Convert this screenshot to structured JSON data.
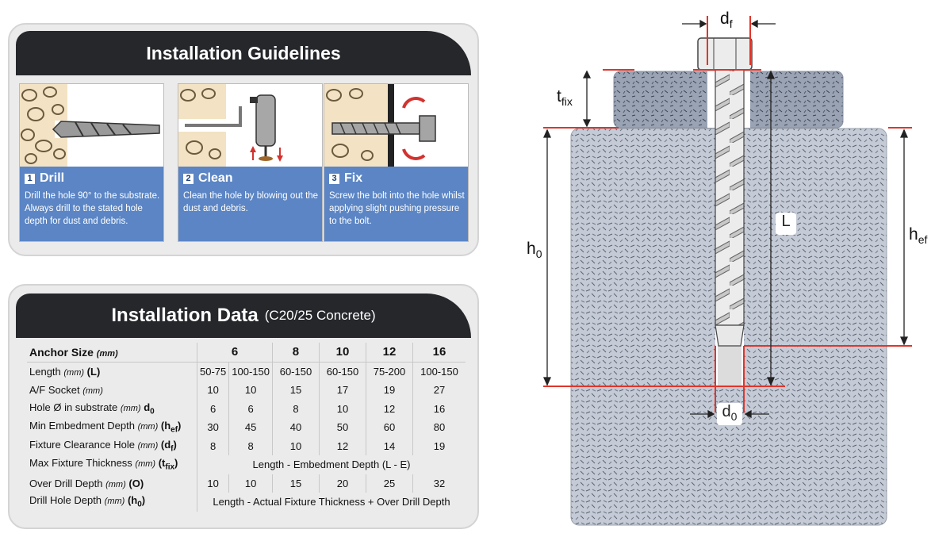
{
  "guidelines": {
    "title": "Installation Guidelines",
    "steps": [
      {
        "num": "1",
        "title": "Drill",
        "desc": "Drill the hole 90° to the substrate. Always drill to the stated hole depth for dust and debris."
      },
      {
        "num": "2",
        "title": "Clean",
        "desc": "Clean the hole by blowing out the dust and debris."
      },
      {
        "num": "3",
        "title": "Fix",
        "desc": "Screw the bolt into the hole whilst applying slight pushing pressure to the bolt."
      }
    ]
  },
  "install_data": {
    "title": "Installation Data",
    "subtitle": "(C20/25 Concrete)",
    "header": {
      "label": "Anchor Size",
      "unit": "(mm)",
      "sizes": [
        "6",
        "8",
        "10",
        "12",
        "16"
      ]
    },
    "rows": [
      {
        "label": "Length",
        "unit": "(mm)",
        "sym": "(L)",
        "values": [
          "50-75",
          "100-150",
          "60-150",
          "60-150",
          "75-200",
          "100-150"
        ]
      },
      {
        "label": "A/F Socket",
        "unit": "(mm)",
        "sym": "",
        "values": [
          "10",
          "10",
          "15",
          "17",
          "19",
          "27"
        ]
      },
      {
        "label": "Hole Ø in substrate",
        "unit": "(mm)",
        "sym": "d",
        "symsub": "0",
        "values": [
          "6",
          "6",
          "8",
          "10",
          "12",
          "16"
        ]
      },
      {
        "label": "Min Embedment Depth",
        "unit": "(mm)",
        "sym": "(h",
        "symsub": "ef",
        "symend": ")",
        "values": [
          "30",
          "45",
          "40",
          "50",
          "60",
          "80"
        ]
      },
      {
        "label": "Fixture Clearance Hole",
        "unit": "(mm)",
        "sym": "(d",
        "symsub": "f",
        "symend": ")",
        "values": [
          "8",
          "8",
          "10",
          "12",
          "14",
          "19"
        ]
      },
      {
        "label": "Max Fixture Thickness",
        "unit": "(mm)",
        "sym": "(t",
        "symsub": "fix",
        "symend": ")",
        "span": "Length - Embedment Depth  (L - E)"
      },
      {
        "label": "Over Drill Depth",
        "unit": "(mm)",
        "sym": "(O)",
        "values": [
          "10",
          "10",
          "15",
          "20",
          "25",
          "32"
        ]
      },
      {
        "label": "Drill Hole Depth",
        "unit": "(mm)",
        "sym": "(h",
        "symsub": "0",
        "symend": ")",
        "span": "Length -  Actual Fixture Thickness + Over Drill Depth"
      }
    ]
  },
  "diagram": {
    "df": "d",
    "df_sub": "f",
    "tfix": "t",
    "tfix_sub": "fix",
    "L": "L",
    "h0": "h",
    "h0_sub": "0",
    "hef": "h",
    "hef_sub": "ef",
    "d0": "d",
    "d0_sub": "0"
  }
}
